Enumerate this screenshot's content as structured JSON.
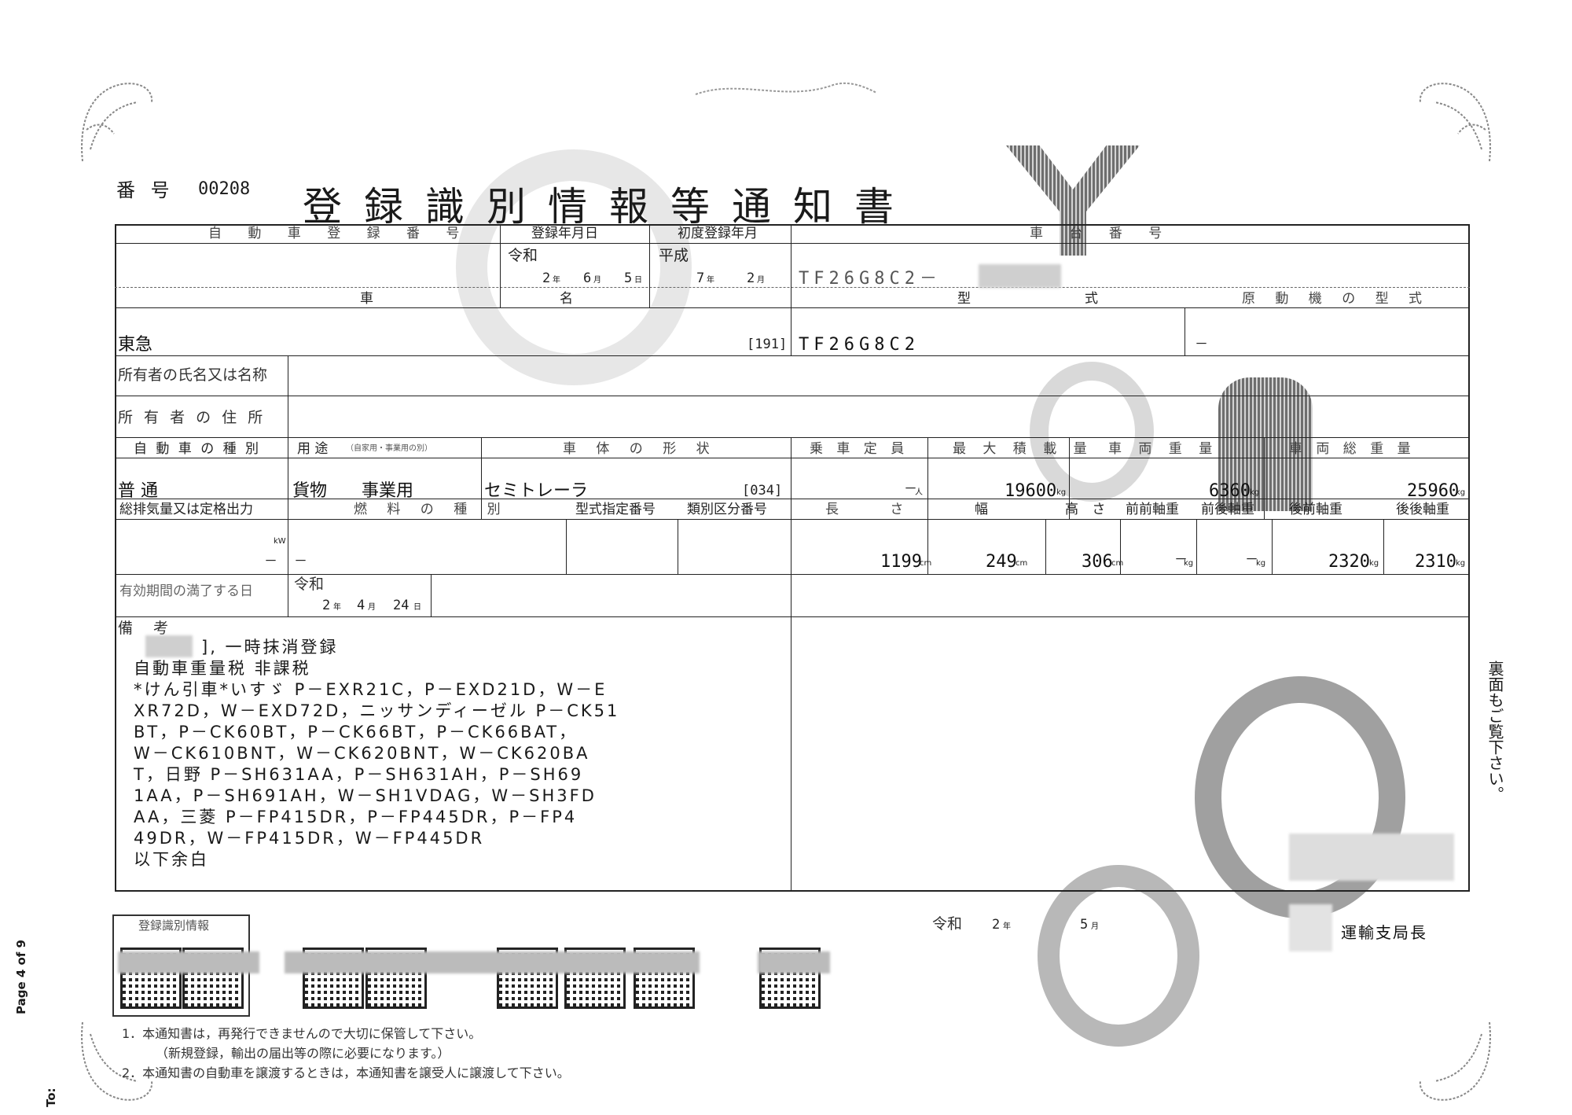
{
  "doc": {
    "number_label": "番 号",
    "number": "00208",
    "title": "登録識別情報等通知書"
  },
  "row1": {
    "reg_number_label": "自 動 車 登 録 番 号",
    "reg_date_label": "登録年月日",
    "first_reg_label": "初度登録年月",
    "chassis_label": "車 台 番 号",
    "reg_era": "令和",
    "reg_y": "2",
    "reg_y_unit": "年",
    "reg_m": "6",
    "reg_m_unit": "月",
    "reg_d": "5",
    "reg_d_unit": "日",
    "first_era": "平成",
    "first_y": "7",
    "first_y_unit": "年",
    "first_m": "2",
    "first_m_unit": "月",
    "chassis_value": "TF26G8C2－"
  },
  "row2": {
    "name_label_1": "車",
    "name_label_2": "名",
    "type_label_1": "型",
    "type_label_2": "式",
    "engine_label": "原 動 機 の 型 式",
    "name_value": "東急",
    "code": "[191]",
    "type_value": "TF26G8C2",
    "engine_value": "－"
  },
  "owner": {
    "name_label": "所有者の氏名又は名称",
    "address_label": "所 有 者 の 住 所"
  },
  "row3": {
    "kind_label": "自 動 車 の 種 別",
    "use_label": "用 途",
    "use_sub": "（自家用・事業用の別）",
    "body_label": "車 体 の 形 状",
    "capacity_label": "乗 車 定 員",
    "max_load_label": "最 大 積 載 量",
    "weight_label": "車 両 重 量",
    "gross_label": "車 両 総 重 量",
    "kind_value": "普 通",
    "use_value": "貨物",
    "use_value_2": "事業用",
    "body_value": "セミトレーラ",
    "body_code": "[034]",
    "capacity_value": "－",
    "capacity_unit": "人",
    "max_load_value": "19600",
    "weight_value": "6360",
    "gross_value": "25960",
    "kg_unit": "kg"
  },
  "row4": {
    "displacement_label": "総排気量又は定格出力",
    "fuel_label": "燃 料 の 種 別",
    "type_designation_label": "型式指定番号",
    "category_label": "類別区分番号",
    "length_label": "長 さ",
    "width_label": "幅",
    "height_label": "高 さ",
    "front_front_label": "前前軸重",
    "front_rear_label": "前後軸重",
    "rear_front_label": "後前軸重",
    "rear_rear_label": "後後軸重",
    "kw_unit": "kW",
    "displacement_value": "－",
    "fuel_value": "－",
    "length_value": "1199",
    "width_value": "249",
    "height_value": "306",
    "front_front_value": "－",
    "front_rear_value": "－",
    "rear_front_value": "2320",
    "rear_rear_value": "2310",
    "cm_unit": "cm",
    "kg_unit": "kg"
  },
  "expiry": {
    "label": "有効期間の満了する日",
    "era": "令和",
    "y": "2",
    "y_unit": "年",
    "m": "4",
    "m_unit": "月",
    "d": "24",
    "d_unit": "日"
  },
  "remarks": {
    "label": "備 考",
    "lines": [
      "], 一時抹消登録",
      "自動車重量税 非課税",
      "*けん引車*いすゞ P－EXR21C，P－EXD21D，W－E",
      "XR72D，W－EXD72D，ニッサンディーゼル P－CK51",
      "BT，P－CK60BT，P－CK66BT，P－CK66BAT，",
      "W－CK610BNT，W－CK620BNT，W－CK620BA",
      "T，日野 P－SH631AA，P－SH631AH，P－SH69",
      "1AA，P－SH691AH，W－SH1VDAG，W－SH3FD",
      "AA，三菱 P－FP415DR，P－FP445DR，P－FP4",
      "49DR，W－FP415DR，W－FP445DR",
      "以下余白"
    ]
  },
  "side_note": "裏面もご覧下さい。",
  "issue": {
    "era": "令和",
    "y": "2",
    "y_unit": "年",
    "m": "5",
    "m_unit": "月",
    "issuer": "運輸支局長"
  },
  "reg_info_box_label": "登録識別情報",
  "footnotes": [
    "1．本通知書は，再発行できませんので大切に保管して下さい。",
    "（新規登録，輸出の届出等の際に必要になります。）",
    "2．本通知書の自動車を譲渡するときは，本通知書を譲受人に譲渡して下さい。"
  ],
  "fax_margin": {
    "to": "To:",
    "page": "Page 4 of 9"
  }
}
